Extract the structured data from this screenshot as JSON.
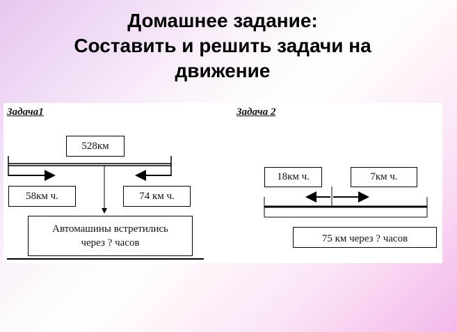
{
  "title": {
    "line1": "Домашнее задание:",
    "line2": "Составить и решить задачи на",
    "line3": "движение"
  },
  "task1": {
    "label": "Задача1",
    "distance": "528км",
    "speed_left": "58км ч.",
    "speed_right": "74 км ч.",
    "question_line1": "Автомашины встретились",
    "question_line2": "через ? часов"
  },
  "task2": {
    "label": "Задача 2",
    "speed_left": "18км ч.",
    "speed_right": "7км ч.",
    "question": "75 км через ? часов"
  }
}
